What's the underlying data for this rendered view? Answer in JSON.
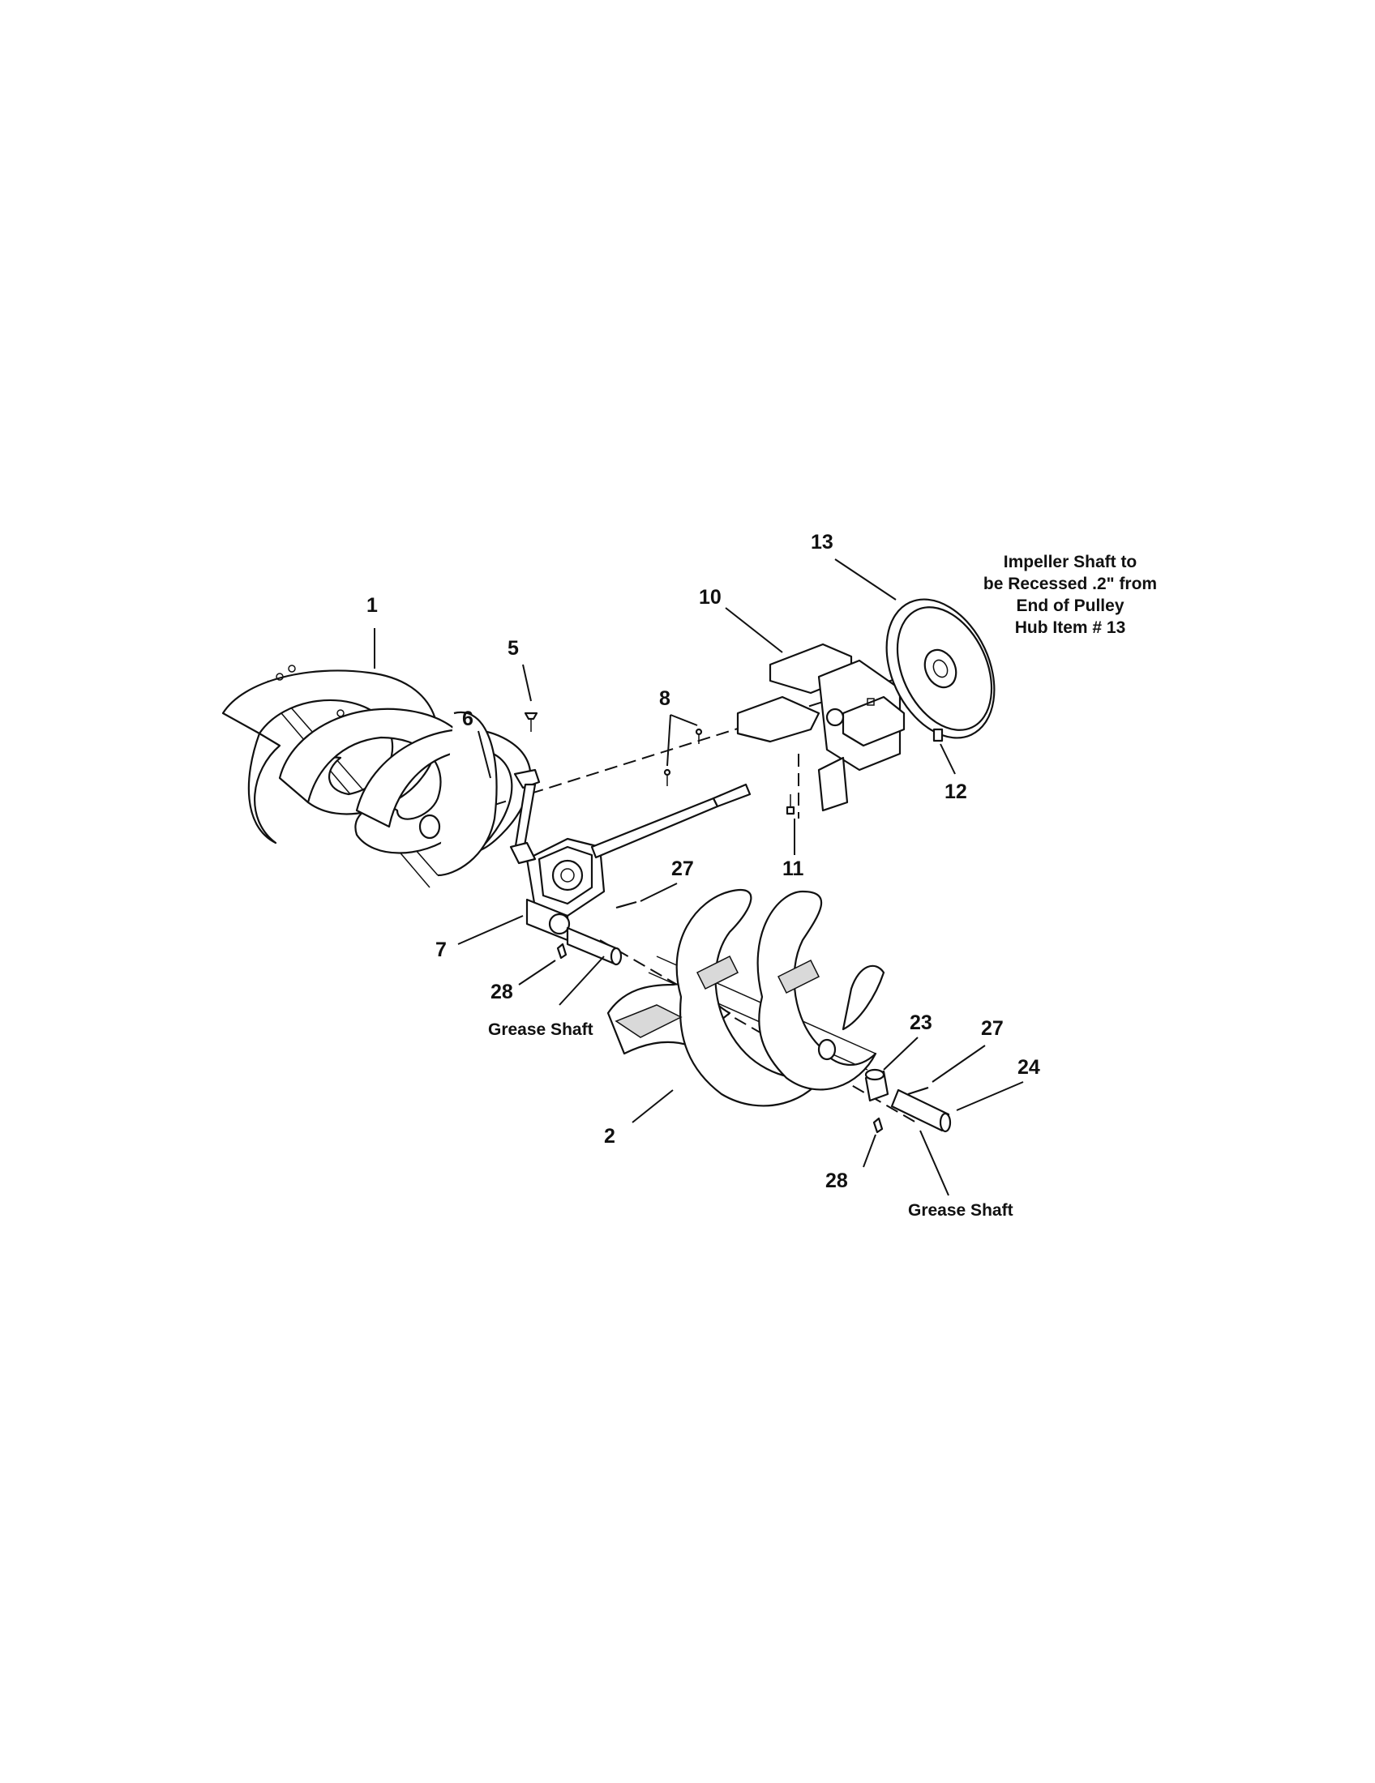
{
  "diagram": {
    "callouts": [
      {
        "id": "1",
        "label": "1"
      },
      {
        "id": "2",
        "label": "2"
      },
      {
        "id": "5",
        "label": "5"
      },
      {
        "id": "6",
        "label": "6"
      },
      {
        "id": "7",
        "label": "7"
      },
      {
        "id": "8",
        "label": "8"
      },
      {
        "id": "10",
        "label": "10"
      },
      {
        "id": "11",
        "label": "11"
      },
      {
        "id": "12",
        "label": "12"
      },
      {
        "id": "13",
        "label": "13"
      },
      {
        "id": "23",
        "label": "23"
      },
      {
        "id": "24",
        "label": "24"
      },
      {
        "id": "27a",
        "label": "27"
      },
      {
        "id": "27b",
        "label": "27"
      },
      {
        "id": "28a",
        "label": "28"
      },
      {
        "id": "28b",
        "label": "28"
      }
    ],
    "notes": {
      "grease_shaft_left": "Grease Shaft",
      "grease_shaft_right": "Grease Shaft",
      "impeller_line1": "Impeller Shaft to",
      "impeller_line2": "be Recessed .2\" from",
      "impeller_line3": "End of Pulley",
      "impeller_line4": "Hub Item # 13"
    }
  }
}
